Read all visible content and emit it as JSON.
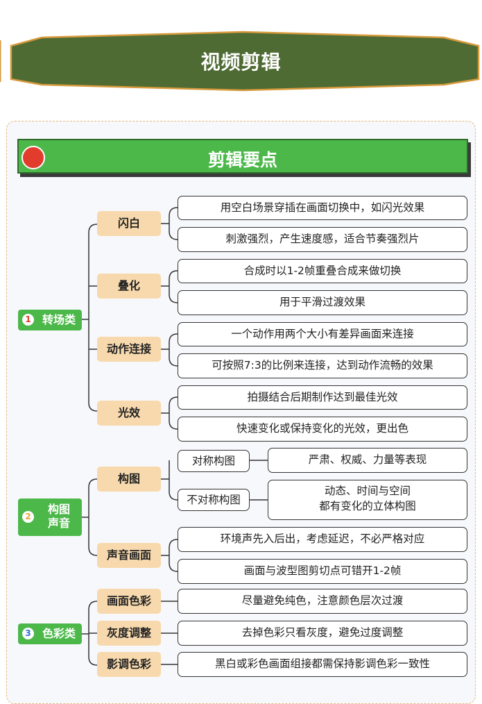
{
  "header": {
    "title": "视频剪辑"
  },
  "section": {
    "title": "剪辑要点"
  },
  "colors": {
    "banner": "#4f6b34",
    "banner_edge": "#d79a3c",
    "category": "#4cb84a",
    "subitem": "#f7d9ad",
    "panel_border": "#e9b777",
    "dot": "#e23c2d"
  },
  "categories": [
    {
      "num": "1",
      "num_color": "#e23c2d",
      "label": "转场类",
      "items": [
        {
          "label": "闪白",
          "leaves": [
            "用空白场景穿插在画面切换中，如闪光效果",
            "刺激强烈，产生速度感，适合节奏强烈片"
          ]
        },
        {
          "label": "叠化",
          "leaves": [
            "合成时以1-2帧重叠合成来做切换",
            "用于平滑过渡效果"
          ]
        },
        {
          "label": "动作连接",
          "leaves": [
            "一个动作用两个大小有差异画面来连接",
            "可按照7:3的比例来连接，达到动作流畅的效果"
          ]
        },
        {
          "label": "光效",
          "leaves": [
            "拍摄结合后期制作达到最佳光效",
            "快速变化或保持变化的光效，更出色"
          ]
        }
      ]
    },
    {
      "num": "2",
      "num_color": "#e9a43a",
      "label_line1": "构图",
      "label_line2": "声音",
      "items": [
        {
          "label": "构图",
          "children": [
            {
              "label": "对称构图",
              "leaf": "严肃、权威、力量等表现"
            },
            {
              "label": "不对称构图",
              "leaf_line1": "动态、时间与空间",
              "leaf_line2": "都有变化的立体构图"
            }
          ]
        },
        {
          "label": "声音画面",
          "leaves": [
            "环境声先入后出，考虑延迟，不必严格对应",
            "画面与波型图剪切点可错开1-2帧"
          ]
        }
      ]
    },
    {
      "num": "3",
      "num_color": "#2f6fd8",
      "label": "色彩类",
      "items": [
        {
          "label": "画面色彩",
          "leaf": "尽量避免纯色，注意颜色层次过渡"
        },
        {
          "label": "灰度调整",
          "leaf": "去掉色彩只看灰度，避免过度调整"
        },
        {
          "label": "影调色彩",
          "leaf": "黑白或彩色画面组接都需保持影调色彩一致性"
        }
      ]
    }
  ]
}
